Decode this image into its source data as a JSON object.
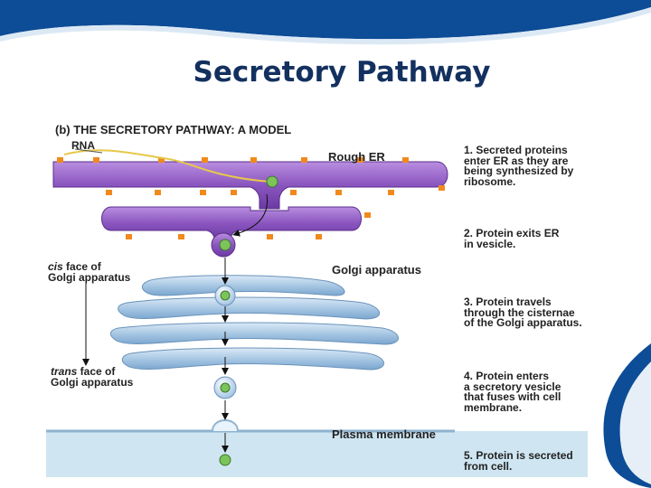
{
  "slide": {
    "title": "Secretory Pathway",
    "colors": {
      "title": "#13305f",
      "header_wave": "#0d4c96"
    }
  },
  "figure": {
    "title": "(b) THE SECRETORY PATHWAY: A MODEL",
    "labels": {
      "rna": "RNA",
      "rough_er": "Rough ER",
      "golgi_apparatus": "Golgi apparatus",
      "cis_face": "cis",
      "cis_face_rest": " face of",
      "cis_face_line2": "Golgi apparatus",
      "trans_face": "trans",
      "trans_face_rest": " face of",
      "trans_face_line2": "Golgi apparatus",
      "plasma_membrane": "Plasma membrane"
    },
    "steps": [
      "1. Secreted proteins\nenter ER as they are\nbeing synthesized by\nribosome.",
      "2. Protein exits ER\nin vesicle.",
      "3. Protein travels\nthrough the cisternae\nof the Golgi apparatus.",
      "4. Protein enters\na secretory vesicle\nthat fuses with cell\nmembrane.",
      "5. Protein is secreted\nfrom cell."
    ],
    "colors": {
      "er": "#8a55bf",
      "ribosome": "#f08a1c",
      "golgi": "#a9c8e4",
      "extracellular": "#cfe6f2",
      "protein": "#5aaa3a"
    }
  }
}
